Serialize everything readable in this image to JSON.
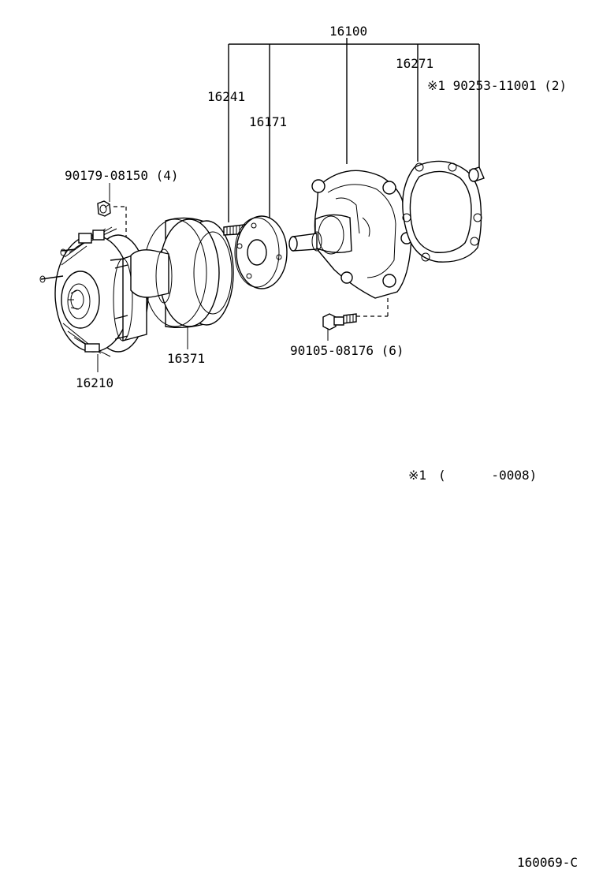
{
  "labels": {
    "assembly": "16100",
    "gasket": "16271",
    "stud_note": "※1 90253-11001 (2)",
    "stud_bolt": "16241",
    "pulley_seat": "16171",
    "nut": "90179-08150 (4)",
    "fan_pulley": "16371",
    "fluid_coupling": "16210",
    "bolt": "90105-08176 (6)",
    "footnote_mark": "※1",
    "footnote_range": "(      -0008)",
    "diagram_code": "160069-C"
  }
}
